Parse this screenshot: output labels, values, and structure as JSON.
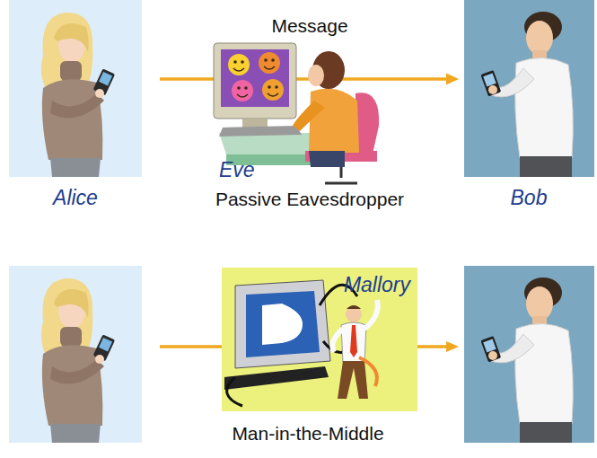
{
  "diagram": {
    "nodes": [
      {
        "text": [
          "Alice"
        ]
      },
      {
        "text": [
          "Bob"
        ]
      },
      {
        "text": [
          "Mallory",
          "Man-in-the-Middle"
        ]
      }
    ],
    "edges": [
      {
        "from": 0,
        "to": 1,
        "arrow": "to"
      }
    ],
    "labels": [
      "Message",
      "Eve",
      "Passive Eavesdropper"
    ]
  }
}
